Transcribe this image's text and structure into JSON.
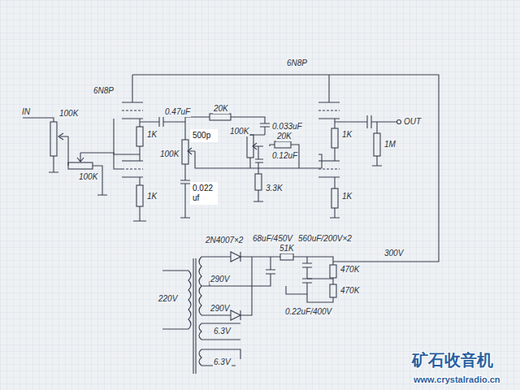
{
  "diagram": {
    "nodes": [
      {
        "text": [
          "500p"
        ]
      },
      {
        "text": [
          "0.022 uf"
        ]
      }
    ],
    "labels": [
      "IN",
      "100K",
      "100K",
      "6N8P",
      "0.47uF",
      "1K",
      "20K",
      "100K",
      "3.3K",
      "0.033uF",
      "100K",
      "20K",
      "0.12uF",
      "6N8P",
      "1K",
      "1M",
      "OUT",
      "1K",
      "1K",
      "2N4007×2",
      "68uF/450V",
      "560uF/200V×2",
      "300V",
      "51K",
      "470K",
      "470K",
      "0.22uF/400V",
      "290V",
      "290V",
      "220V",
      "6.3V",
      "6.3V",
      "矿石收音机",
      "www.crystalradio.cn"
    ]
  }
}
